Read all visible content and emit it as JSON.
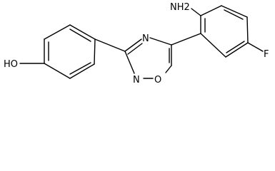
{
  "molecule": {
    "labels": {
      "hydroxyl": "HO",
      "amine": "NH2",
      "oxadiazole_n_top": "N",
      "oxadiazole_n_bottom": "N",
      "oxadiazole_o": "O",
      "fluorine": "F"
    },
    "colors": {
      "ink": "#000000",
      "background": "#ffffff"
    }
  }
}
